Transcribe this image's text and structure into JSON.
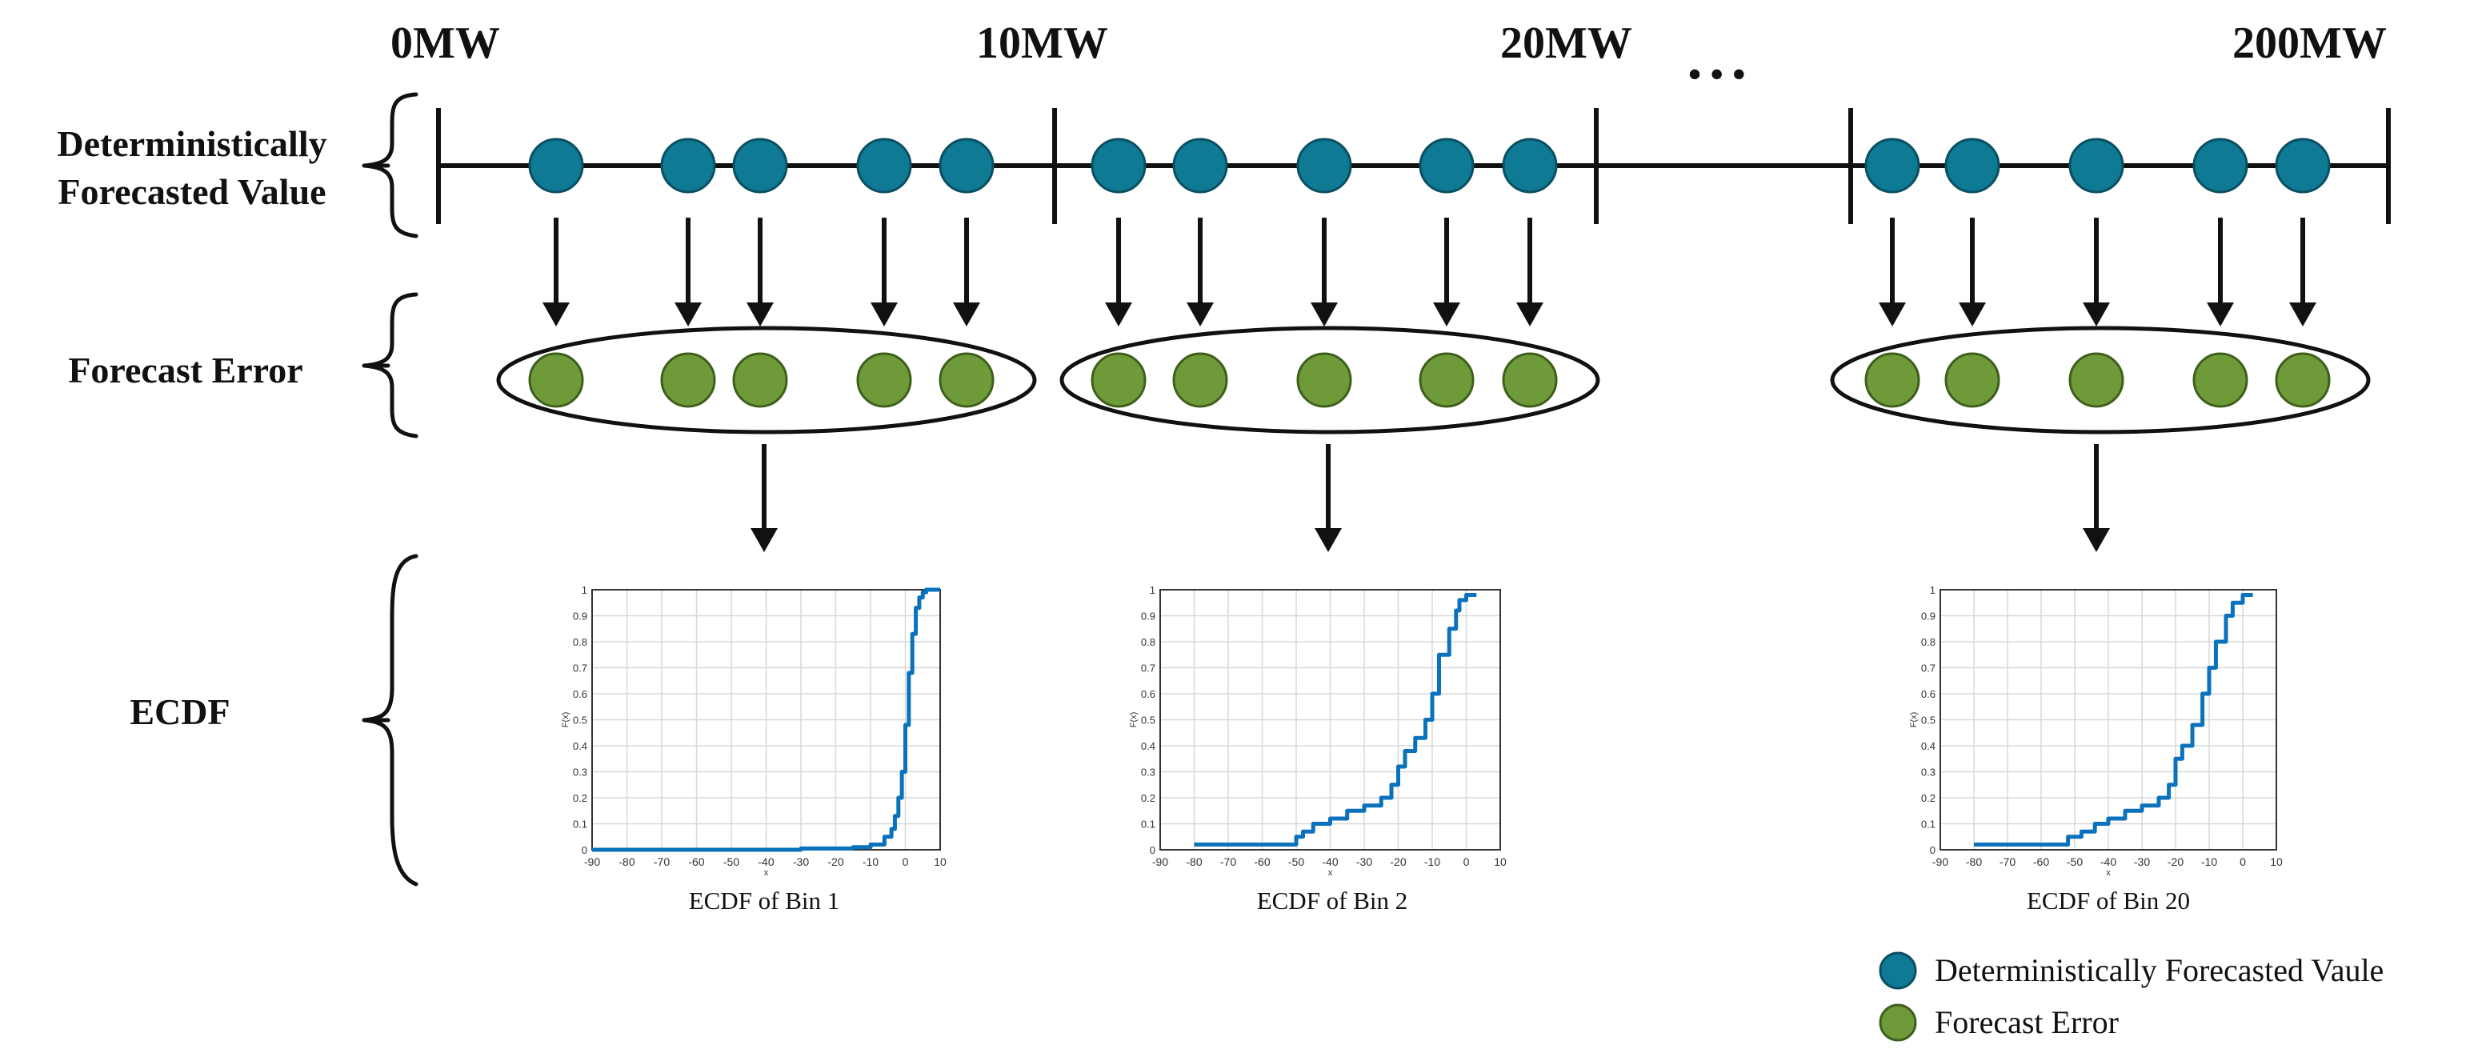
{
  "axis_labels": [
    "0MW",
    "10MW",
    "20MW",
    "200MW"
  ],
  "ellipsis": "• • •",
  "row_labels": {
    "deterministic_line1": "Deterministically",
    "deterministic_line2": "Forecasted Value",
    "forecast_error": "Forecast Error",
    "ecdf": "ECDF"
  },
  "legend": {
    "deterministic": "Deterministically Forecasted Vaule",
    "forecast_error": "Forecast Error"
  },
  "colors": {
    "deterministic_dot": "#0f7a93",
    "deterministic_dot_stroke": "#0a4f62",
    "error_dot": "#6e9a3a",
    "error_dot_stroke": "#3f5f1c",
    "axis": "#111111",
    "ecdf_line": "#0a72bd",
    "grid": "#d8d8d8"
  },
  "chart_data": [
    {
      "type": "line",
      "title": "ECDF of Bin 1",
      "xlabel": "x",
      "ylabel": "F(x)",
      "xlim": [
        -90,
        10
      ],
      "ylim": [
        0,
        1
      ],
      "xticks": [
        -90,
        -80,
        -70,
        -60,
        -50,
        -40,
        -30,
        -20,
        -10,
        0,
        10
      ],
      "yticks": [
        0,
        0.1,
        0.2,
        0.3,
        0.4,
        0.5,
        0.6,
        0.7,
        0.8,
        0.9,
        1
      ],
      "grid": true,
      "x": [
        -90,
        -60,
        -30,
        -15,
        -10,
        -6,
        -4,
        -3,
        -2,
        -1,
        0,
        1,
        2,
        3,
        4,
        5,
        6,
        10
      ],
      "y": [
        0.0,
        0.0,
        0.005,
        0.01,
        0.02,
        0.05,
        0.08,
        0.13,
        0.2,
        0.3,
        0.48,
        0.68,
        0.83,
        0.93,
        0.97,
        0.99,
        1.0,
        1.0
      ]
    },
    {
      "type": "line",
      "title": "ECDF of Bin 2",
      "xlabel": "x",
      "ylabel": "F(x)",
      "xlim": [
        -90,
        10
      ],
      "ylim": [
        0,
        1
      ],
      "xticks": [
        -90,
        -80,
        -70,
        -60,
        -50,
        -40,
        -30,
        -20,
        -10,
        0,
        10
      ],
      "yticks": [
        0,
        0.1,
        0.2,
        0.3,
        0.4,
        0.5,
        0.6,
        0.7,
        0.8,
        0.9,
        1
      ],
      "grid": true,
      "x": [
        -80,
        -60,
        -50,
        -48,
        -45,
        -40,
        -35,
        -30,
        -25,
        -22,
        -20,
        -18,
        -15,
        -12,
        -10,
        -8,
        -5,
        -3,
        -2,
        0,
        3
      ],
      "y": [
        0.02,
        0.02,
        0.05,
        0.07,
        0.1,
        0.12,
        0.15,
        0.17,
        0.2,
        0.25,
        0.32,
        0.38,
        0.43,
        0.5,
        0.6,
        0.75,
        0.85,
        0.92,
        0.96,
        0.98,
        0.98
      ]
    },
    {
      "type": "line",
      "title": "ECDF of Bin 20",
      "xlabel": "x",
      "ylabel": "F(x)",
      "xlim": [
        -90,
        10
      ],
      "ylim": [
        0,
        1
      ],
      "xticks": [
        -90,
        -80,
        -70,
        -60,
        -50,
        -40,
        -30,
        -20,
        -10,
        0,
        10
      ],
      "yticks": [
        0,
        0.1,
        0.2,
        0.3,
        0.4,
        0.5,
        0.6,
        0.7,
        0.8,
        0.9,
        1
      ],
      "grid": true,
      "x": [
        -80,
        -60,
        -52,
        -48,
        -44,
        -40,
        -35,
        -30,
        -25,
        -22,
        -20,
        -18,
        -15,
        -12,
        -10,
        -8,
        -5,
        -3,
        0,
        3
      ],
      "y": [
        0.02,
        0.02,
        0.05,
        0.07,
        0.1,
        0.12,
        0.15,
        0.17,
        0.2,
        0.25,
        0.35,
        0.4,
        0.48,
        0.6,
        0.7,
        0.8,
        0.9,
        0.95,
        0.98,
        0.98
      ]
    }
  ]
}
